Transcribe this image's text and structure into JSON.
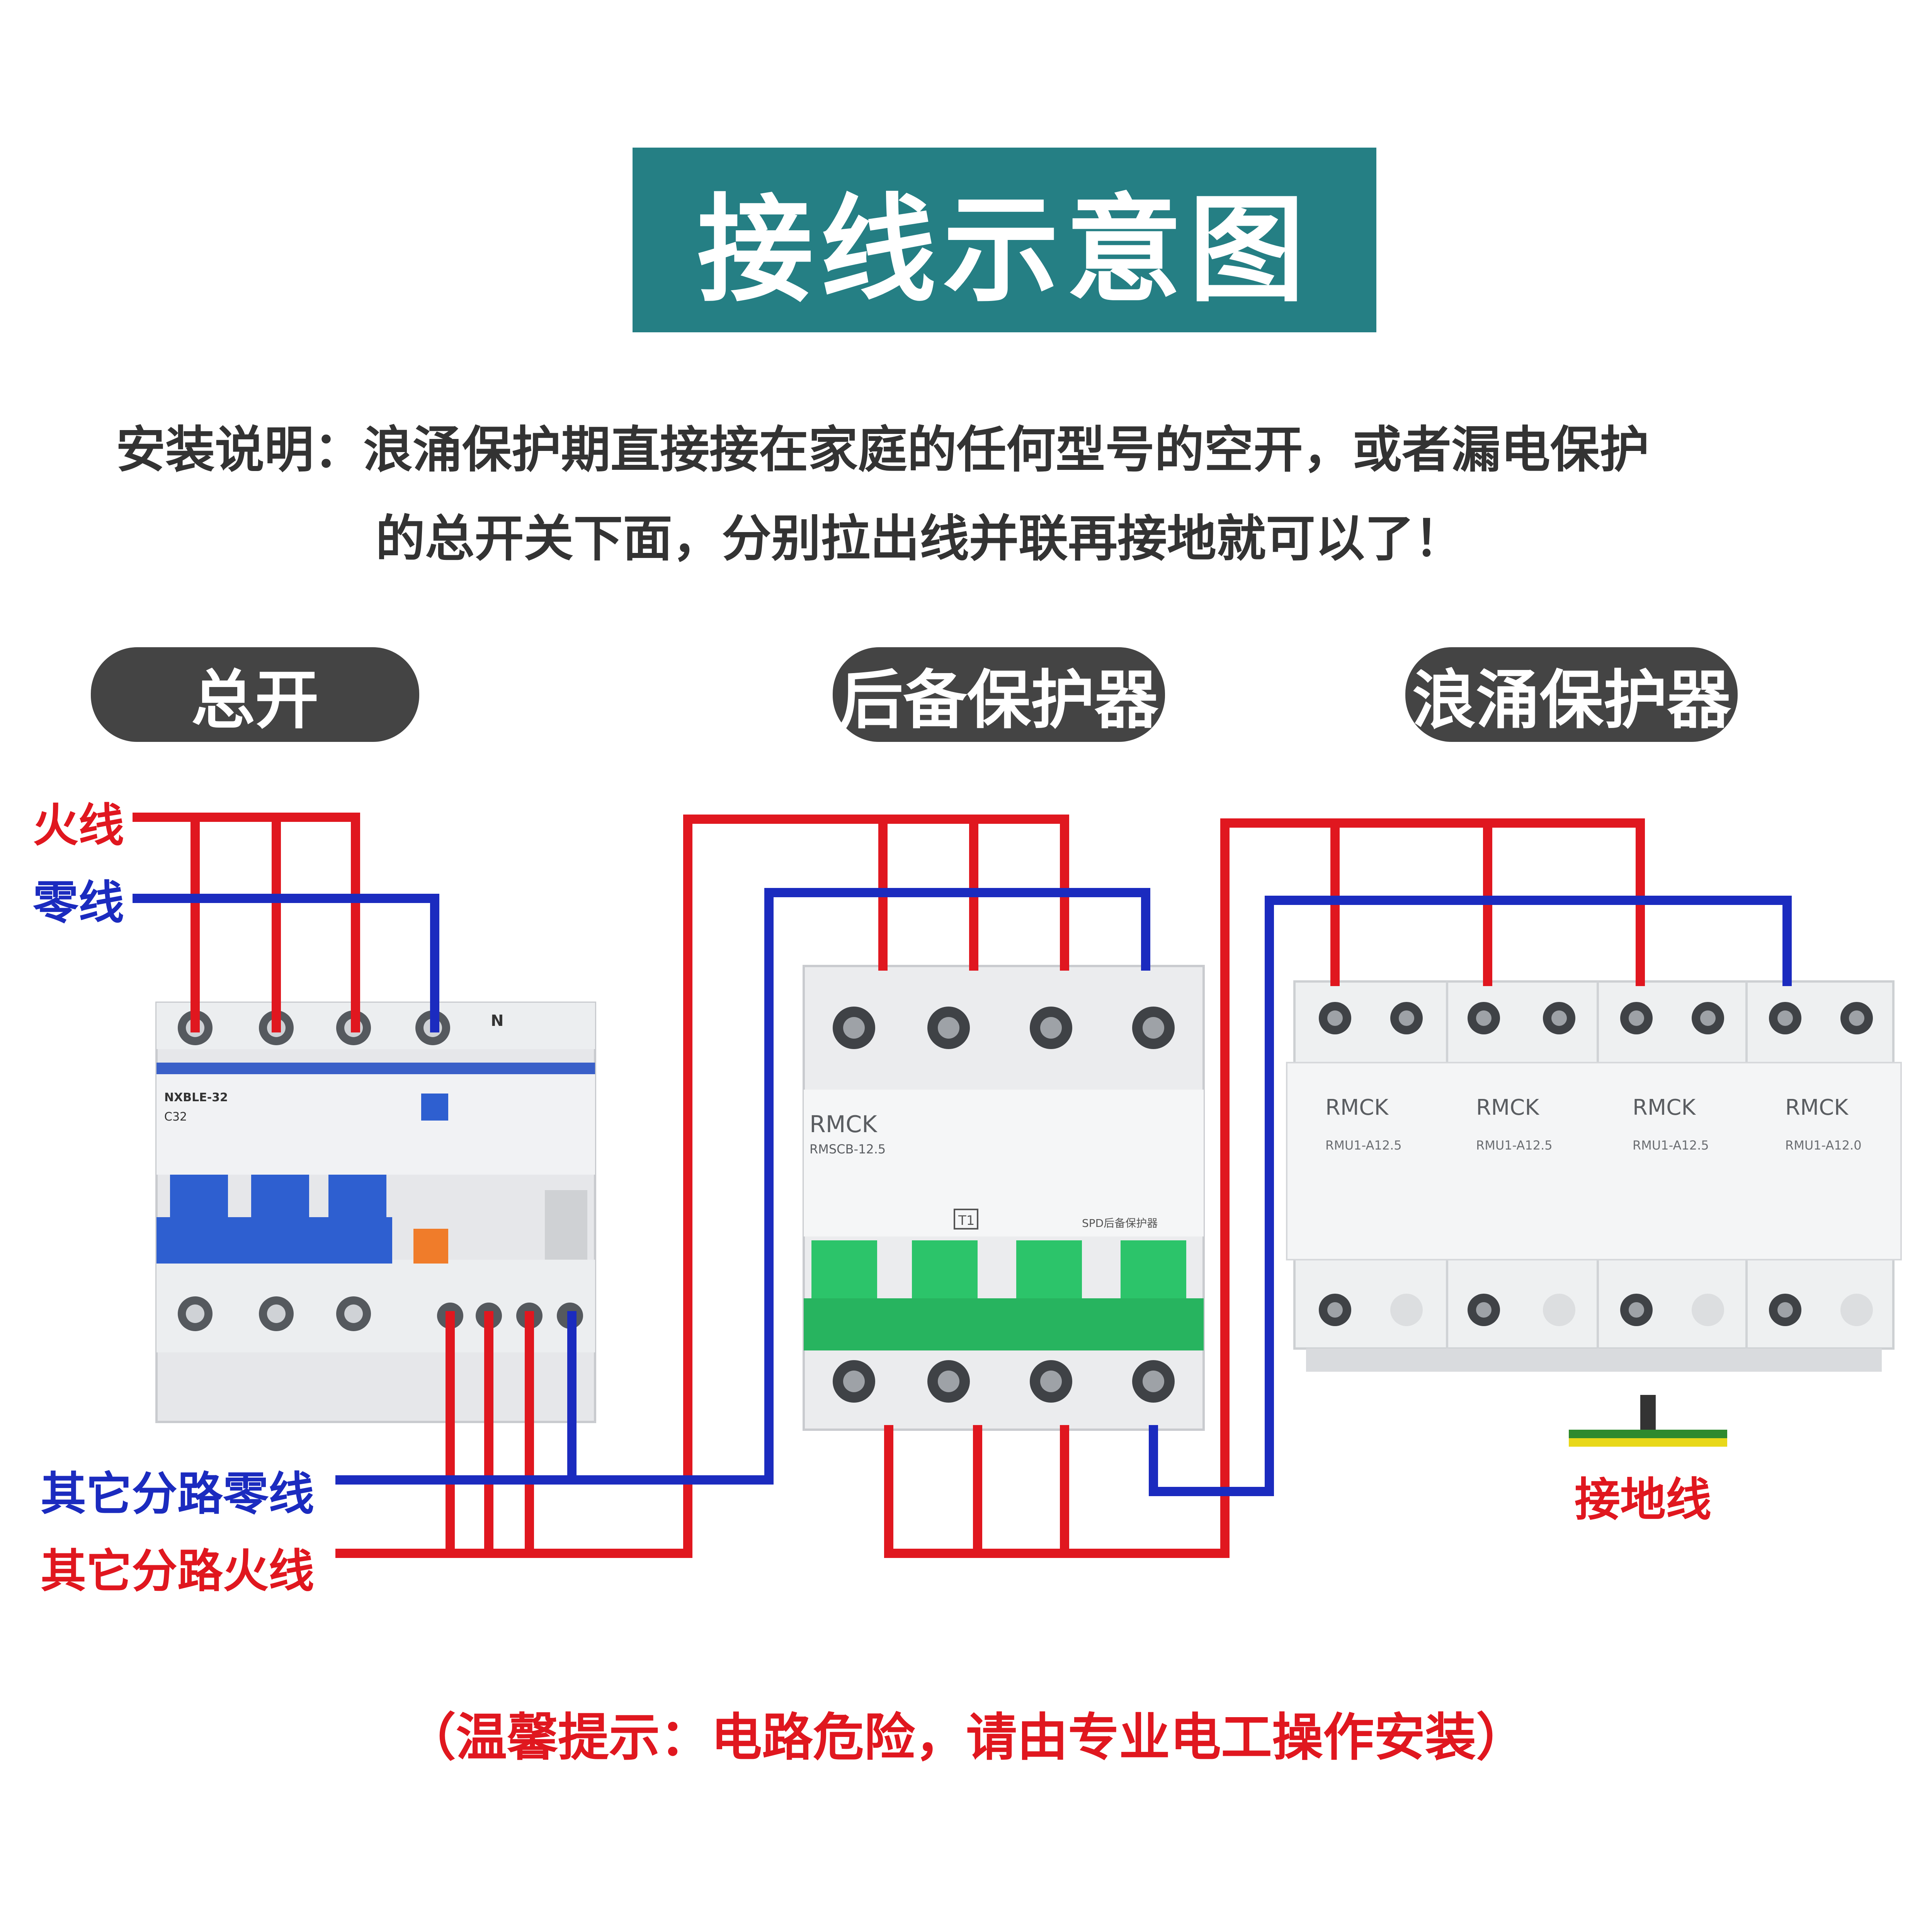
{
  "title": "接线示意图",
  "instructions": {
    "line1": "安装说明：浪涌保护期直接接在家庭的任何型号的空开，或者漏电保护",
    "line2": "的总开关下面，分别拉出线并联再接地就可以了！"
  },
  "devices": {
    "main": {
      "label": "总开",
      "model_text": "NXBLE-32",
      "rating_text": "C32",
      "neutral_mark": "N"
    },
    "backup": {
      "label": "后备保护器",
      "brand": "RMCK",
      "model_text": "RMSCB-12.5",
      "t1_mark": "T1",
      "caption_text": "SPD后备保护器"
    },
    "spd": {
      "label": "浪涌保护器",
      "modules": [
        {
          "brand": "RMCK",
          "model_text": "RMU1-A12.5"
        },
        {
          "brand": "RMCK",
          "model_text": "RMU1-A12.5"
        },
        {
          "brand": "RMCK",
          "model_text": "RMU1-A12.5"
        },
        {
          "brand": "RMCK",
          "model_text": "RMU1-A12.0"
        }
      ]
    }
  },
  "wires": {
    "live": "火线",
    "neutral": "零线",
    "branch_neutral": "其它分路零线",
    "branch_live": "其它分路火线",
    "ground": "接地线"
  },
  "colors": {
    "banner": "#257f84",
    "live_wire": "#e0171f",
    "neutral_wire": "#1b2bbf",
    "breaker_handle_main": "#2e5fd0",
    "breaker_handle_backup": "#2cc46a",
    "pill_background": "#444444"
  },
  "footer": "（温馨提示：电路危险，请由专业电工操作安装）"
}
